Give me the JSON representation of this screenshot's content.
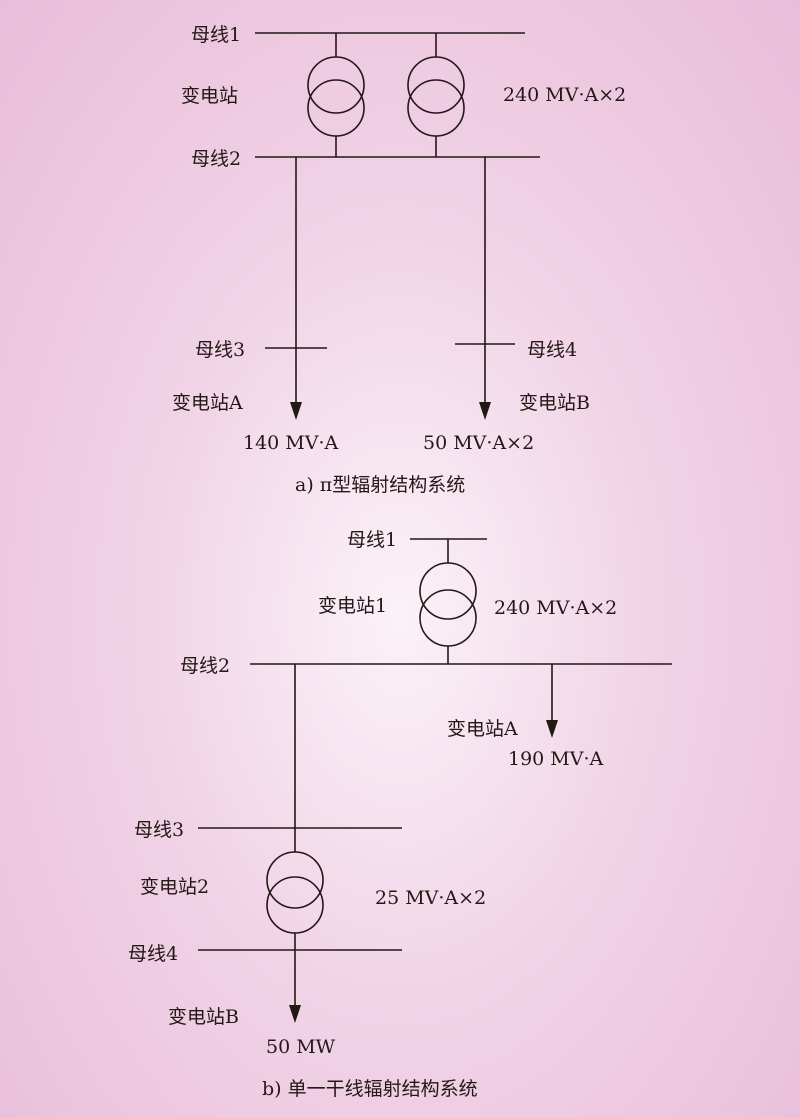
{
  "part_a": {
    "bus1": "母线1",
    "substation": "变电站",
    "transformer_rating": "240 MV·A×2",
    "bus2": "母线2",
    "bus3": "母线3",
    "bus4": "母线4",
    "substation_a": "变电站A",
    "substation_b": "变电站B",
    "load_a": "140 MV·A",
    "load_b": "50 MV·A×2",
    "caption": "a) π型辐射结构系统"
  },
  "part_b": {
    "bus1": "母线1",
    "substation1": "变电站1",
    "transformer1_rating": "240 MV·A×2",
    "bus2": "母线2",
    "substation_a": "变电站A",
    "load_a": "190 MV·A",
    "bus3": "母线3",
    "substation2": "变电站2",
    "transformer2_rating": "25 MV·A×2",
    "bus4": "母线4",
    "substation_b": "变电站B",
    "load_b": "50 MW",
    "caption": "b) 单一干线辐射结构系统"
  },
  "colors": {
    "line": "#231815",
    "background": "#f1d3e6"
  }
}
